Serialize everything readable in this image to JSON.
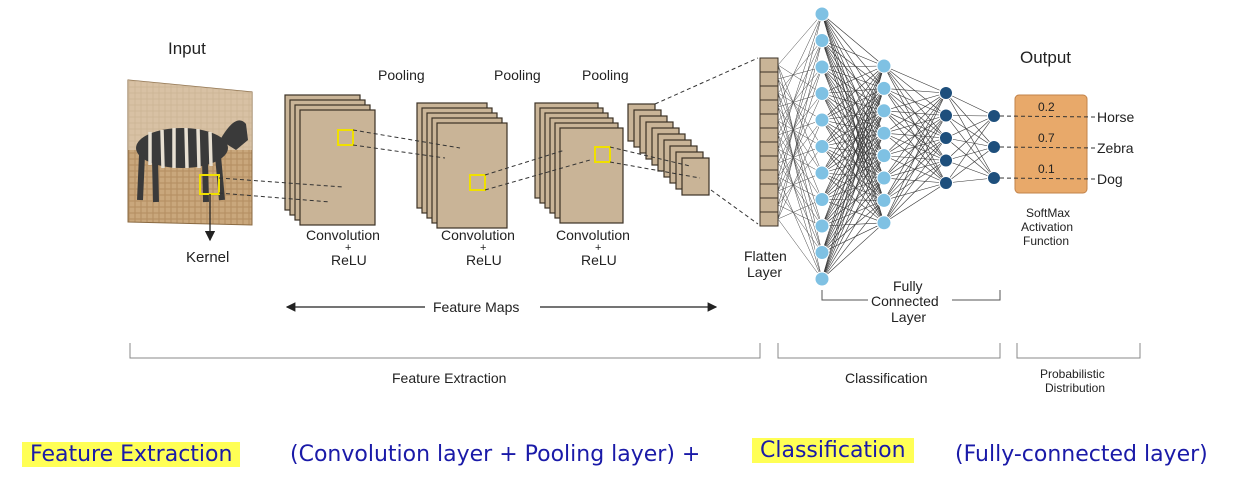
{
  "labels": {
    "input": "Input",
    "kernel": "Kernel",
    "pooling": "Pooling",
    "conv1": "Convolution",
    "conv_plus": "+",
    "conv2": "ReLU",
    "feature_maps": "Feature Maps",
    "flatten1": "Flatten",
    "flatten2": "Layer",
    "fc1": "Fully",
    "fc2": "Connected",
    "fc3": "Layer",
    "output": "Output",
    "softmax1": "SoftMax",
    "softmax2": "Activation",
    "softmax3": "Function",
    "section_feature": "Feature Extraction",
    "section_classification": "Classification",
    "section_prob1": "Probabilistic",
    "section_prob2": "Distribution"
  },
  "outputs": [
    {
      "label": "Horse",
      "prob": "0.2"
    },
    {
      "label": "Zebra",
      "prob": "0.7"
    },
    {
      "label": "Dog",
      "prob": "0.1"
    }
  ],
  "network": {
    "layer_sizes": [
      11,
      8,
      5,
      3
    ],
    "colors": {
      "light_node": "#7fc1e3",
      "dark_node": "#1e4f7c",
      "map_fill": "#c9b497",
      "highlight": "#f0e000"
    }
  },
  "caption": {
    "part1": "Feature Extraction",
    "part2": "(Convolution layer + Pooling layer) +",
    "part3": "Classification",
    "part4": "(Fully-connected layer)"
  }
}
